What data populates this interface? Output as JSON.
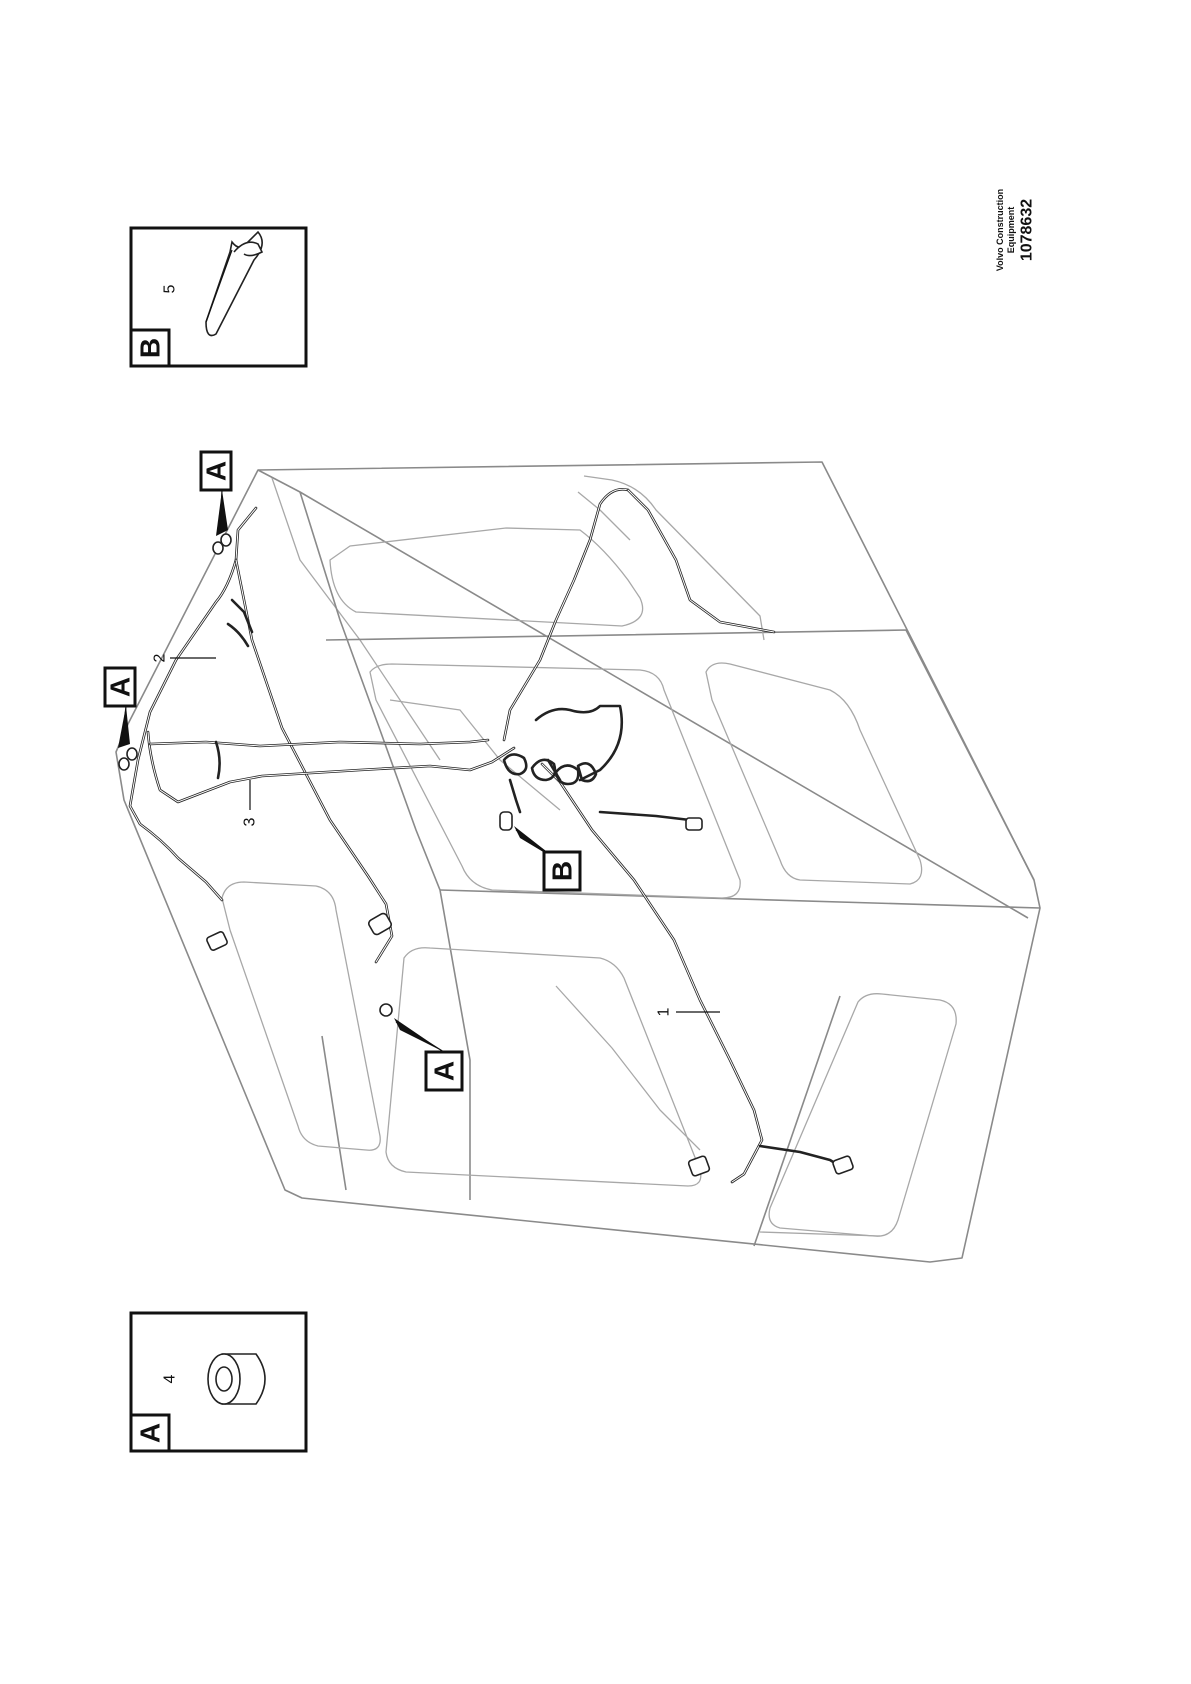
{
  "labels": {
    "inset_a_letter": "A",
    "inset_b_letter": "B",
    "part_1": "1",
    "part_2": "2",
    "part_3": "3",
    "part_4": "4",
    "part_5": "5",
    "marker_a": "A",
    "marker_b": "B"
  },
  "publisher": {
    "line1": "Volvo Construction",
    "line2": "Equipment",
    "drawing_number": "1078632"
  }
}
